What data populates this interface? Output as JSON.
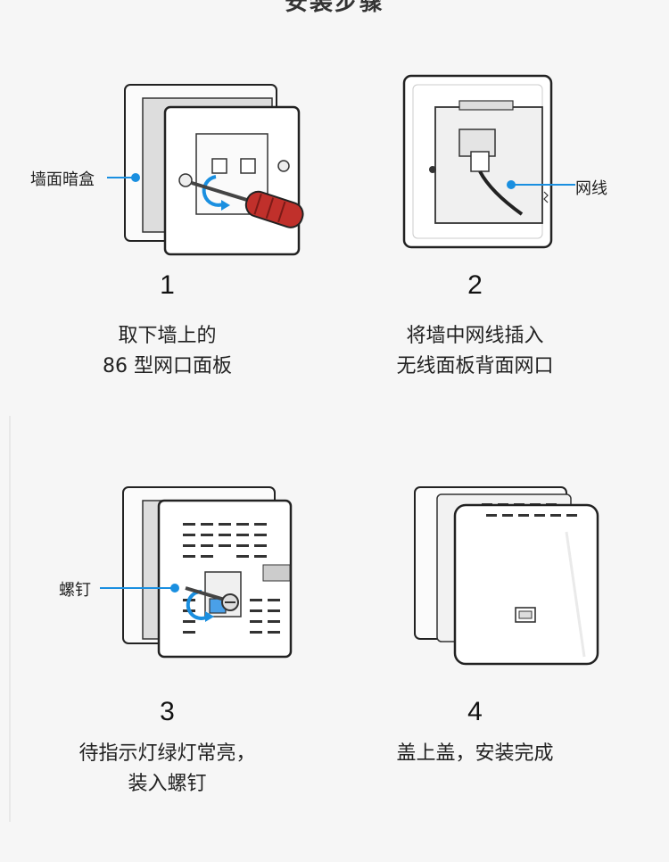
{
  "title_cutoff": "安装步骤",
  "steps": [
    {
      "number": "1",
      "lines": [
        "取下墙上的",
        "86 型网口面板"
      ],
      "callout": "墙面暗盒"
    },
    {
      "number": "2",
      "lines": [
        "将墙中网线插入",
        "无线面板背面网口"
      ],
      "callout": "网线"
    },
    {
      "number": "3",
      "lines": [
        "待指示灯绿灯常亮，",
        "装入螺钉"
      ],
      "callout": "螺钉"
    },
    {
      "number": "4",
      "lines": [
        "盖上盖，安装完成"
      ],
      "callout": ""
    }
  ],
  "colors": {
    "callout_blue": "#1a8fe0",
    "screwdriver_red": "#c0302b",
    "outline": "#222222"
  }
}
